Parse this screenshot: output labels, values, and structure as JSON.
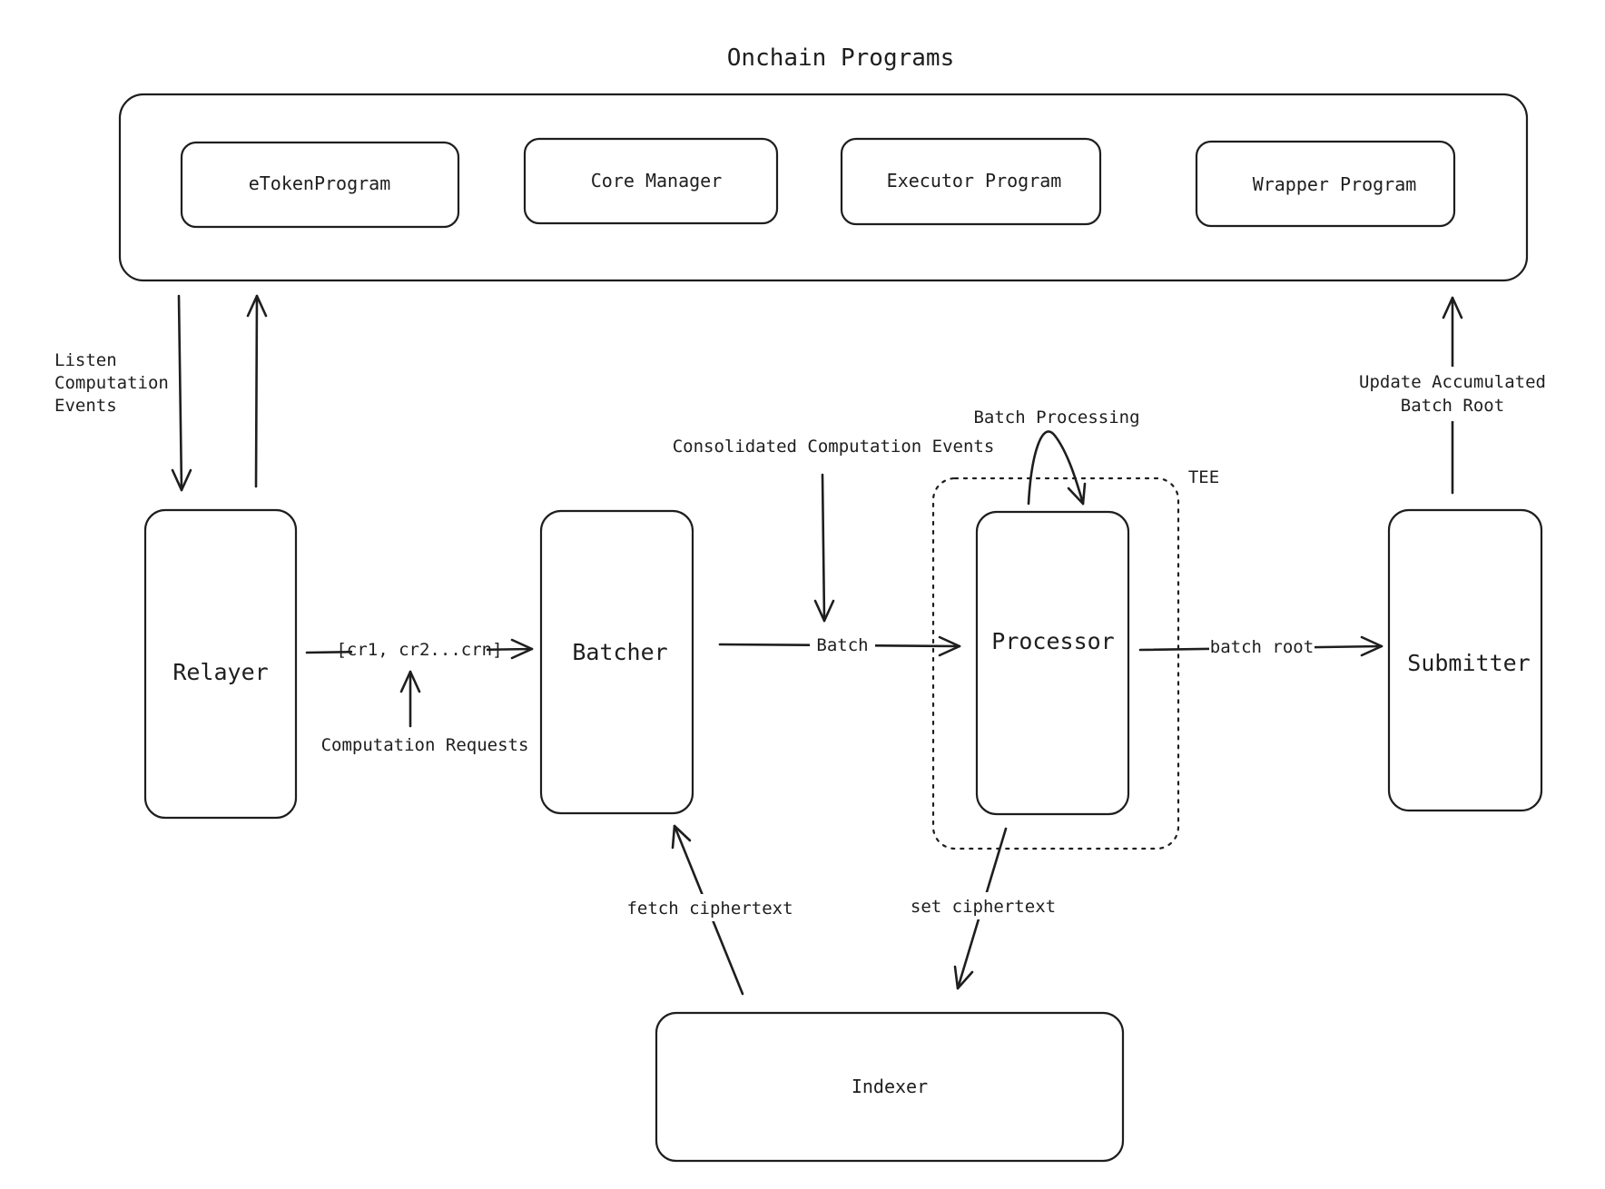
{
  "diagram": {
    "title": "Onchain Programs",
    "programs": {
      "etoken": "eTokenProgram",
      "core": "Core Manager",
      "executor": "Executor Program",
      "wrapper": "Wrapper Program"
    },
    "nodes": {
      "relayer": "Relayer",
      "batcher": "Batcher",
      "processor": "Processor",
      "submitter": "Submitter",
      "indexer": "Indexer"
    },
    "tee_label": "TEE",
    "edge_labels": {
      "listen_line1": "Listen",
      "listen_line2": "Computation",
      "listen_line3": "Events",
      "update_line1": "Update Accumulated",
      "update_line2": "Batch Root",
      "batch_processing": "Batch Processing",
      "consolidated": "Consolidated Computation Events",
      "cr_list": "[cr1, cr2...crn]",
      "computation_requests": "Computation Requests",
      "batch": "Batch",
      "batch_root": "batch root",
      "fetch_ciphertext": "fetch ciphertext",
      "set_ciphertext": "set ciphertext"
    },
    "colors": {
      "stroke": "#1e1e1e",
      "background": "#ffffff"
    }
  }
}
